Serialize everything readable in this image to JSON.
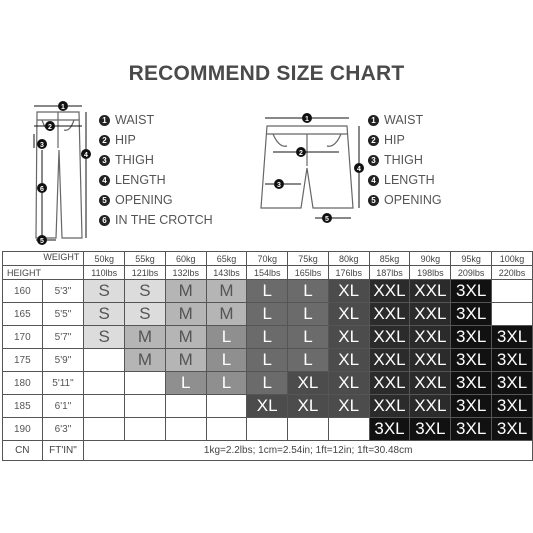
{
  "title": "RECOMMEND SIZE CHART",
  "pants_legend": [
    {
      "n": "1",
      "label": "WAIST"
    },
    {
      "n": "2",
      "label": "HIP"
    },
    {
      "n": "3",
      "label": "THIGH"
    },
    {
      "n": "4",
      "label": "LENGTH"
    },
    {
      "n": "5",
      "label": "OPENING"
    },
    {
      "n": "6",
      "label": "IN THE CROTCH"
    }
  ],
  "shorts_legend": [
    {
      "n": "1",
      "label": "WAIST"
    },
    {
      "n": "2",
      "label": "HIP"
    },
    {
      "n": "3",
      "label": "THIGH"
    },
    {
      "n": "4",
      "label": "LENGTH"
    },
    {
      "n": "5",
      "label": "OPENING"
    }
  ],
  "table": {
    "weight_label": "WEIGHT",
    "height_label": "HEIGHT",
    "weights_kg": [
      "50kg",
      "55kg",
      "60kg",
      "65kg",
      "70kg",
      "75kg",
      "80kg",
      "85kg",
      "90kg",
      "95kg",
      "100kg"
    ],
    "weights_lbs": [
      "110lbs",
      "121lbs",
      "132lbs",
      "143lbs",
      "154lbs",
      "165lbs",
      "176lbs",
      "187lbs",
      "198lbs",
      "209lbs",
      "220lbs"
    ],
    "rows": [
      {
        "cm": "160",
        "ftin": "5'3\"",
        "sizes": [
          "S",
          "S",
          "M",
          "M",
          "L",
          "L",
          "XL",
          "XXL",
          "XXL",
          "3XL",
          ""
        ]
      },
      {
        "cm": "165",
        "ftin": "5'5\"",
        "sizes": [
          "S",
          "S",
          "M",
          "M",
          "L",
          "L",
          "XL",
          "XXL",
          "XXL",
          "3XL",
          ""
        ]
      },
      {
        "cm": "170",
        "ftin": "5'7\"",
        "sizes": [
          "S",
          "M",
          "M",
          "L",
          "L",
          "L",
          "XL",
          "XXL",
          "XXL",
          "3XL",
          "3XL"
        ]
      },
      {
        "cm": "175",
        "ftin": "5'9\"",
        "sizes": [
          "",
          "M",
          "M",
          "L",
          "L",
          "L",
          "XL",
          "XXL",
          "XXL",
          "3XL",
          "3XL"
        ]
      },
      {
        "cm": "180",
        "ftin": "5'11\"",
        "sizes": [
          "",
          "",
          "L",
          "L",
          "L",
          "XL",
          "XL",
          "XXL",
          "XXL",
          "3XL",
          "3XL"
        ]
      },
      {
        "cm": "185",
        "ftin": "6'1\"",
        "sizes": [
          "",
          "",
          "",
          "",
          "XL",
          "XL",
          "XL",
          "XXL",
          "XXL",
          "3XL",
          "3XL"
        ]
      },
      {
        "cm": "190",
        "ftin": "6'3\"",
        "sizes": [
          "",
          "",
          "",
          "",
          "",
          "",
          "",
          "3XL",
          "3XL",
          "3XL",
          "3XL"
        ]
      }
    ],
    "footer_cn": "CN",
    "footer_ftin": "FT'IN\"",
    "footer_note": "1kg=2.2lbs; 1cm=2.54in; 1ft=12in; 1ft=30.48cm"
  }
}
